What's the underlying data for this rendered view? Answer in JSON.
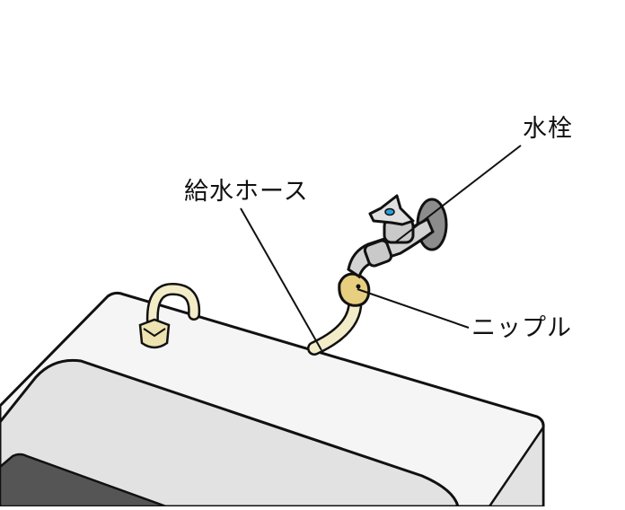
{
  "diagram": {
    "labels": {
      "faucet": "水栓",
      "supply_hose": "給水ホース",
      "nipple": "ニップル"
    },
    "colors": {
      "outline": "#111111",
      "cabinet_top": "#f5f5f5",
      "cabinet_front": "#e2e2e2",
      "window": "#555555",
      "hose": "#f3ecc8",
      "nipple": "#e8cf80",
      "faucet_metal": "#c9c9c9",
      "faucet_flange": "#8c8c8c",
      "handle_cap": "#2aa0d8"
    }
  }
}
